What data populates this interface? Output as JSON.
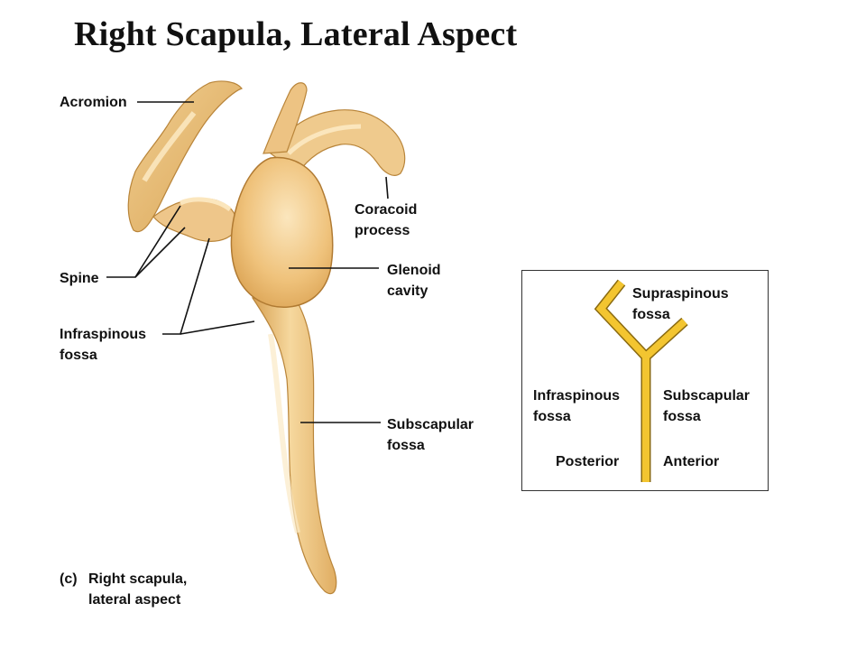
{
  "title": "Right Scapula, Lateral Aspect",
  "labels": {
    "acromion": "Acromion",
    "coracoid_line1": "Coracoid",
    "coracoid_line2": "process",
    "glenoid_line1": "Glenoid",
    "glenoid_line2": "cavity",
    "spine": "Spine",
    "infraspinous_line1": "Infraspinous",
    "infraspinous_line2": "fossa",
    "subscapular_line1": "Subscapular",
    "subscapular_line2": "fossa"
  },
  "inset": {
    "supraspinous_line1": "Supraspinous",
    "supraspinous_line2": "fossa",
    "infraspinous_line1": "Infraspinous",
    "infraspinous_line2": "fossa",
    "subscapular_line1": "Subscapular",
    "subscapular_line2": "fossa",
    "posterior": "Posterior",
    "anterior": "Anterior"
  },
  "caption": {
    "tag": "(c)",
    "line1": "Right scapula,",
    "line2": "lateral aspect"
  },
  "colors": {
    "bone_light": "#f7dca5",
    "bone_mid": "#e9b96b",
    "bone_dark": "#c88f3e",
    "y_diagram": "#f3c530",
    "leader": "#111111"
  }
}
